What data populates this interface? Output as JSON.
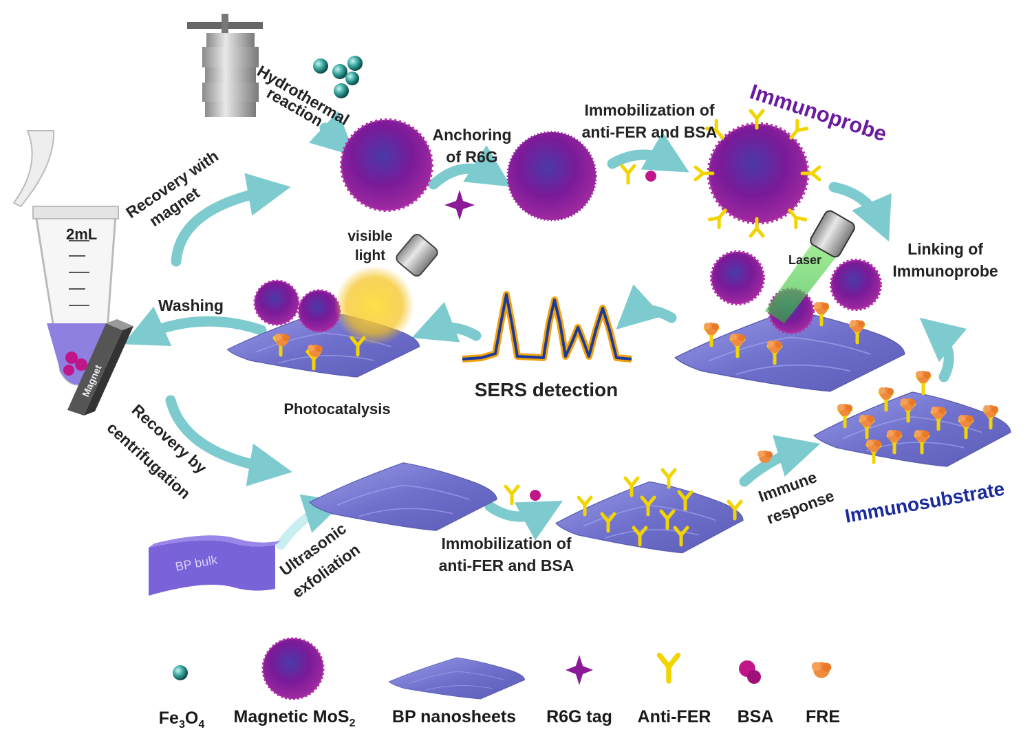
{
  "labels": {
    "hydrothermal_1": "Hydrothermal",
    "hydrothermal_2": "reaction",
    "anchoring_1": "Anchoring",
    "anchoring_2": "of R6G",
    "immob_top_1": "Immobilization of",
    "immob_top_2": "anti-FER and BSA",
    "immunoprobe": "Immunoprobe",
    "recovery_magnet_1": "Recovery with",
    "recovery_magnet_2": "magnet",
    "tube_volume": "2mL",
    "magnet": "Magnet",
    "visible_light_1": "visible",
    "visible_light_2": "light",
    "laser": "Laser",
    "linking_1": "Linking of",
    "linking_2": "Immunoprobe",
    "washing": "Washing",
    "sers": "SERS detection",
    "photocatalysis": "Photocatalysis",
    "recovery_cent_1": "Recovery by",
    "recovery_cent_2": "centrifugation",
    "bp_bulk": "BP bulk",
    "ultrasonic_1": "Ultrasonic",
    "ultrasonic_2": "exfoliation",
    "immob_bottom_1": "Immobilization of",
    "immob_bottom_2": "anti-FER and BSA",
    "immune_1": "Immune",
    "immune_2": "response",
    "immunosubstrate": "Immunosubstrate"
  },
  "legend": {
    "fe3o4": "Fe",
    "fe3o4_sub1": "3",
    "fe3o4_mid": "O",
    "fe3o4_sub2": "4",
    "mos2": "Magnetic MoS",
    "mos2_sub": "2",
    "bp": "BP nanosheets",
    "r6g": "R6G tag",
    "antifer": "Anti-FER",
    "bsa": "BSA",
    "fre": "FRE"
  },
  "colors": {
    "arrow": "#7ecbcf",
    "sheet": "#7d7fd6",
    "sphere": "#8a1a9a",
    "antibody": "#f2d500",
    "bsa": "#c0168a",
    "fre": "#f08a3c",
    "title_purple": "#6a1aa0",
    "title_blue": "#1a2a9a"
  }
}
